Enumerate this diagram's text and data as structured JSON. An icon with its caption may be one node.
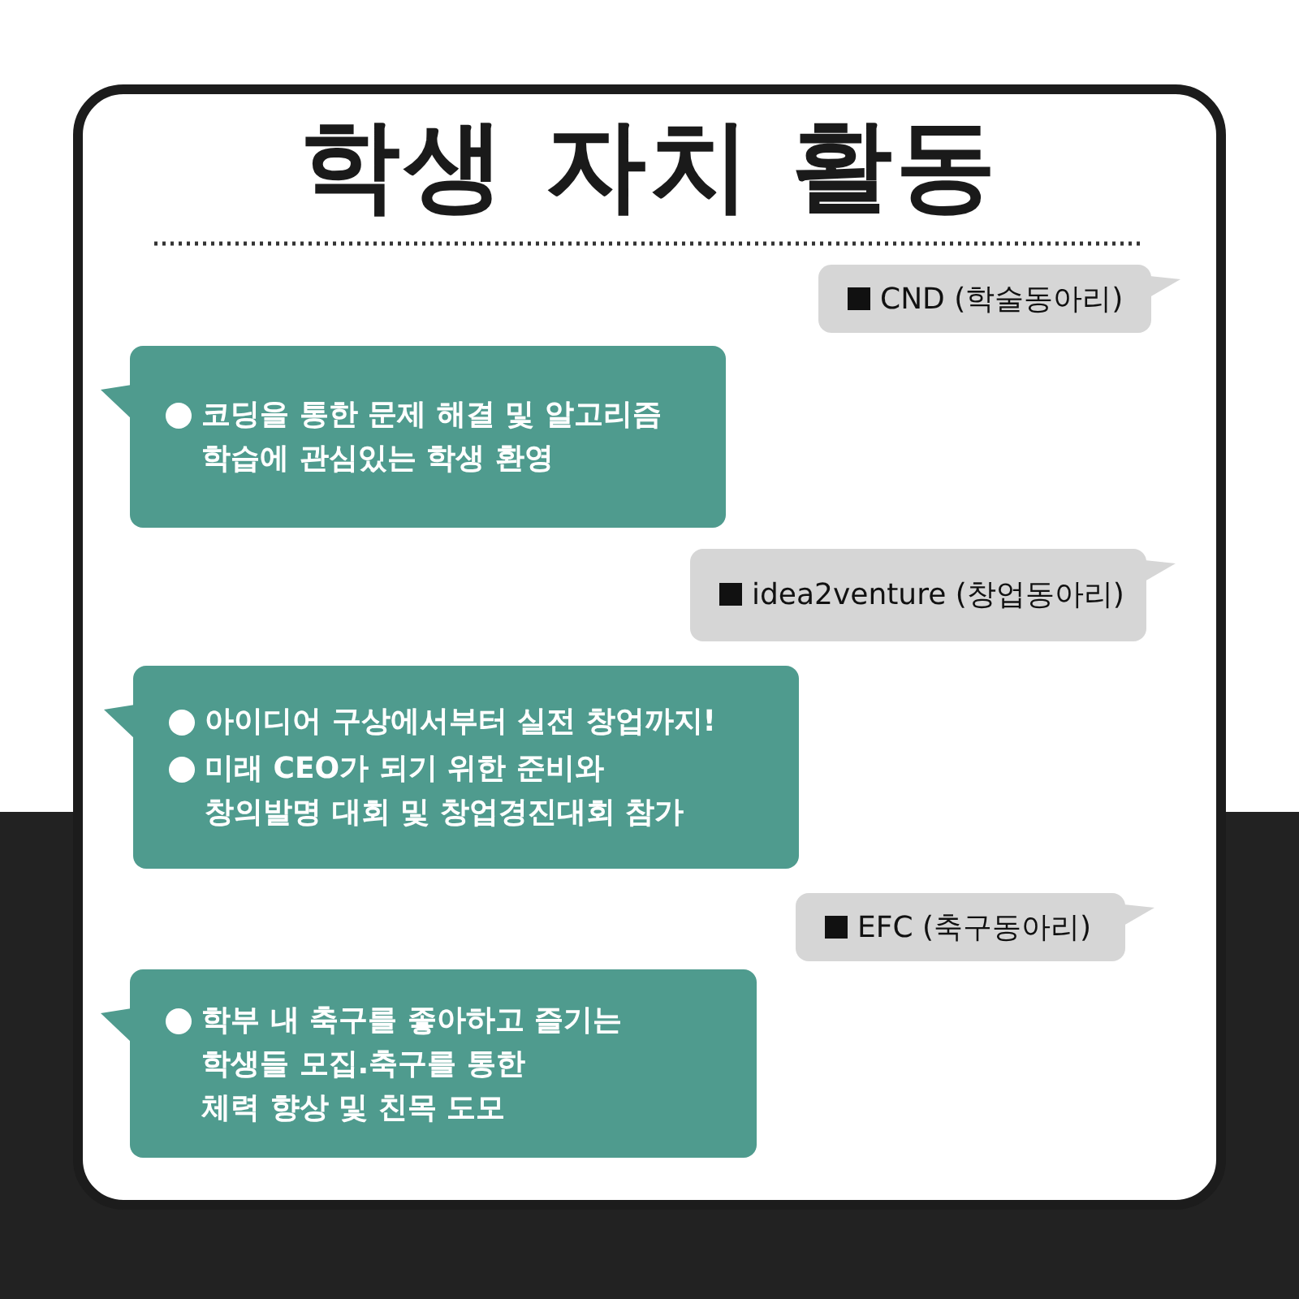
{
  "diagram": {
    "title": "학생 자치 활동",
    "nodes": [
      {
        "text": [
          "CND (학술동아리)"
        ]
      },
      {
        "text": [
          "코딩을 통한 문제 해결 및 알고리즘 학습에 관심있는 학생 환영"
        ]
      },
      {
        "text": [
          "idea2venture (창업동아리)"
        ]
      },
      {
        "text": [
          "아이디어 구상에서부터 실전 창업까지!",
          "미래 CEO가 되기 위한 준비와 창의발명 대회 및 창업경진대회 참가"
        ]
      },
      {
        "text": [
          "EFC (축구동아리)"
        ]
      },
      {
        "text": [
          "학부 내 축구를 좋아하고 즐기는 학생들 모집.축구를 통한 체력 향상 및 친목 도모"
        ]
      }
    ]
  }
}
